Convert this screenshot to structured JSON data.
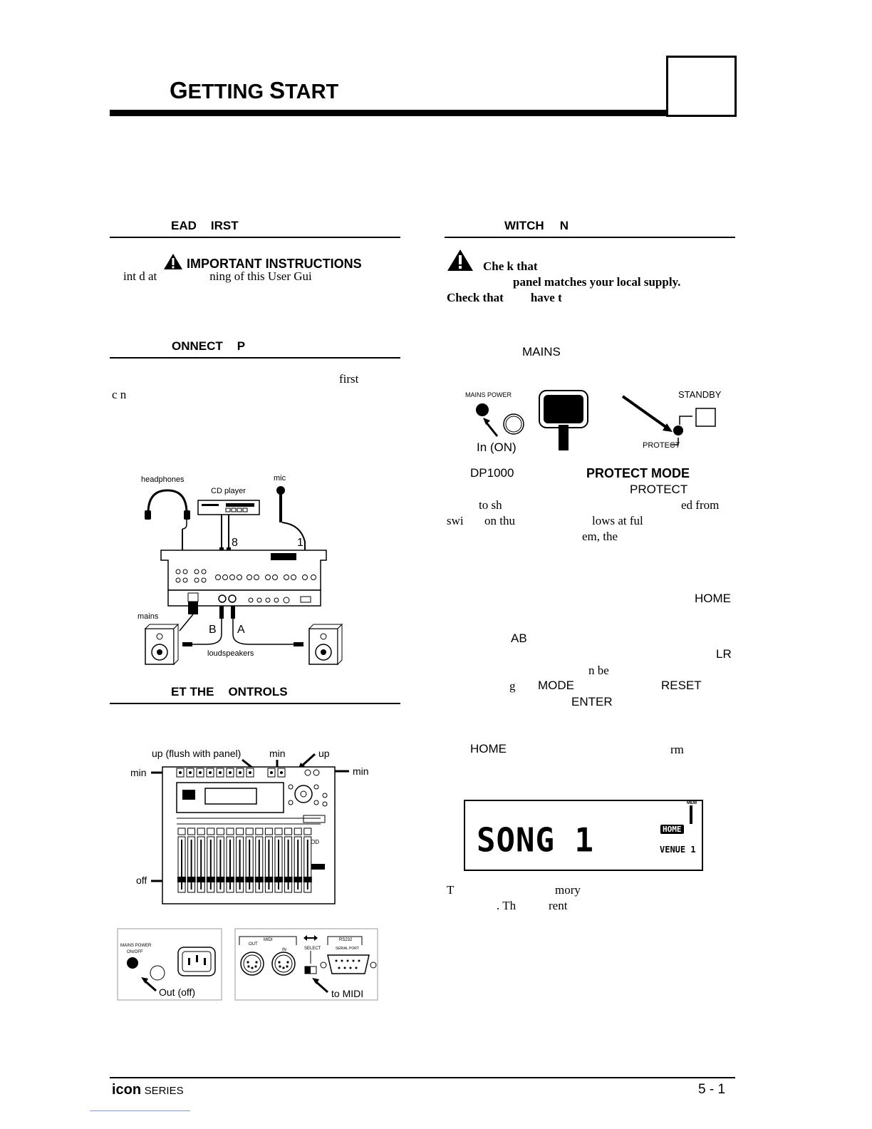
{
  "header": {
    "title_cap1": "G",
    "title_rest1": "ETTING ",
    "title_cap2": "S",
    "title_rest2": "TART"
  },
  "left": {
    "read_first": {
      "heading_a": "EAD",
      "heading_b": "IRST",
      "important": "IMPORTANT INSTRUCTIONS",
      "text_a": "int  d at",
      "text_b": "ning of this User Gui"
    },
    "connect": {
      "heading_a": "ONNECT",
      "heading_b": "P",
      "text_first": "first",
      "text_cn": "c  n"
    },
    "connect_diagram": {
      "headphones": "headphones",
      "cd_player": "CD player",
      "mic": "mic",
      "ch8": "8",
      "ch1": "1",
      "mains": "mains",
      "out_b": "B",
      "out_a": "A",
      "loudspeakers": "loudspeakers"
    },
    "set_controls": {
      "heading_a": "ET THE",
      "heading_b": "ONTROLS"
    },
    "controls_diagram": {
      "up_flush": "up (flush with panel)",
      "min_top": "min",
      "up_right": "up",
      "min_left": "min",
      "min_right": "min",
      "off": "off"
    },
    "rear_diagram": {
      "mains_power": "MAINS POWER",
      "on_off": "ON/OFF",
      "out_off": "Out (off)",
      "midi": "MIDI",
      "out": "OUT",
      "in": "IN",
      "select": "SELECT",
      "rs232": "RS232",
      "serial_port": "SERIAL PORT",
      "to_midi": "to MIDI"
    }
  },
  "right": {
    "switch_on": {
      "heading_a": "WITCH",
      "heading_b": "N",
      "check_a": "Che  k that",
      "check_b": "panel matches your local supply.",
      "check_c": "Check that",
      "check_d": "have t"
    },
    "mains": "MAINS",
    "power_diagram": {
      "mains_power": "MAINS POWER",
      "in_on": "In (ON)",
      "standby": "STANDBY",
      "protect": "PROTECT"
    },
    "protect_para": {
      "dp1000": "DP1000",
      "protect_mode": "PROTECT MODE",
      "protect": "PROTECT",
      "to_sh": "to sh",
      "ed_from": "ed from",
      "swi": "swi",
      "on_thu": "on thu",
      "lows": "lows at ful",
      "em_the": "em, the"
    },
    "home_para": {
      "home": "HOME",
      "ab": "AB",
      "lr": "LR",
      "n_be": "n be",
      "g": "g",
      "mode": "MODE",
      "reset": "RESET",
      "enter": "ENTER"
    },
    "home_line": {
      "home": "HOME",
      "rm": "rm"
    },
    "display": {
      "song": "SONG 1",
      "home": "HOME",
      "venue": "VENUE 1",
      "meter_label": "MEM"
    },
    "last_para": {
      "t": "T",
      "mory": "mory",
      "th": ".  Th",
      "rent": "rent"
    }
  },
  "footer": {
    "brand": "icon",
    "series": "SERIES",
    "page": "5 - 1"
  }
}
